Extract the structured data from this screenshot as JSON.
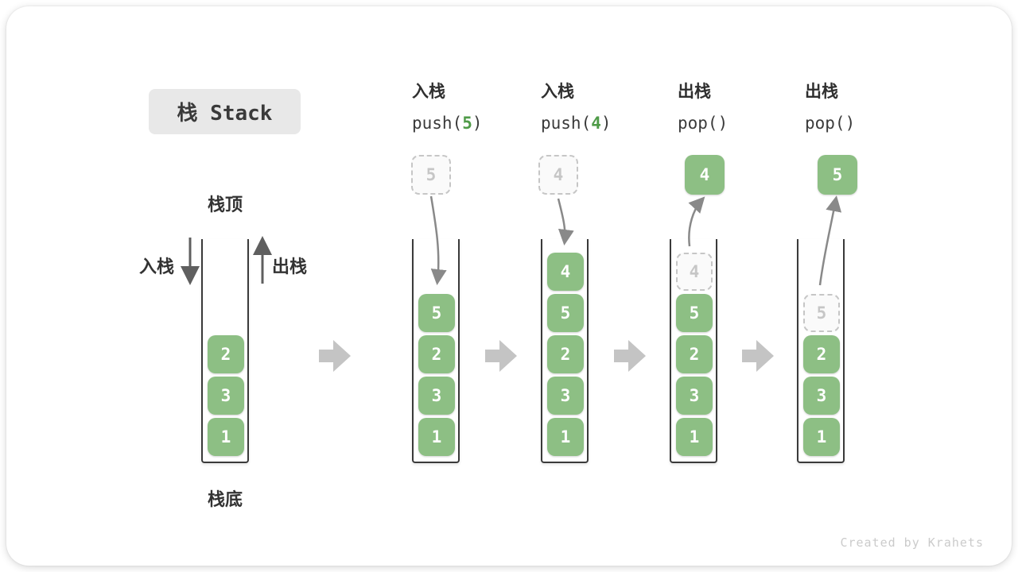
{
  "title": "栈 Stack",
  "side_labels": {
    "stack_top": "栈顶",
    "stack_bottom": "栈底",
    "push": "入栈",
    "pop": "出栈"
  },
  "watermark": "Created by Krahets",
  "colors": {
    "block_green": "#8dbf84",
    "arg_green": "#4f9b48",
    "tube_border": "#3a3a3a",
    "curved_arrow": "#898989",
    "step_arrow": "#c4c4c4",
    "title_bg": "#e8e8e8"
  },
  "columns": [
    {
      "name": "initial",
      "blocks": [
        "2",
        "3",
        "1"
      ]
    },
    {
      "name": "push-5",
      "header_zh": "入栈",
      "fn_pre": "push(",
      "arg": "5",
      "fn_post": ")",
      "incoming": "5",
      "blocks": [
        "5",
        "2",
        "3",
        "1"
      ]
    },
    {
      "name": "push-4",
      "header_zh": "入栈",
      "fn_pre": "push(",
      "arg": "4",
      "fn_post": ")",
      "incoming": "4",
      "blocks": [
        "4",
        "5",
        "2",
        "3",
        "1"
      ]
    },
    {
      "name": "pop-4",
      "header_zh": "出栈",
      "fn_pre": "pop(",
      "arg": "",
      "fn_post": ")",
      "popped": "4",
      "ghost": "4",
      "blocks": [
        "5",
        "2",
        "3",
        "1"
      ]
    },
    {
      "name": "pop-5",
      "header_zh": "出栈",
      "fn_pre": "pop(",
      "arg": "",
      "fn_post": ")",
      "popped": "5",
      "ghost": "5",
      "blocks": [
        "2",
        "3",
        "1"
      ]
    }
  ]
}
